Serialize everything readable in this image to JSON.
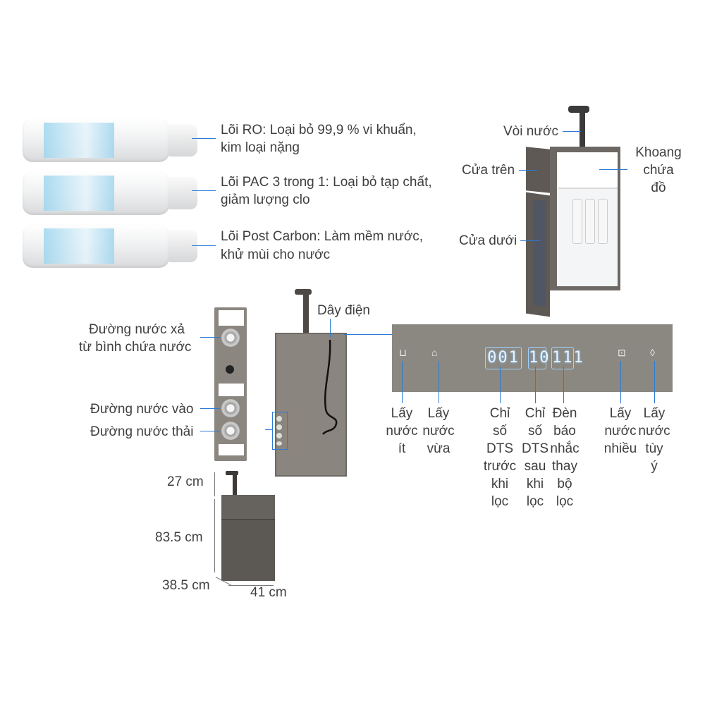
{
  "filters": [
    {
      "name": "Lõi RO",
      "line1": "Lõi RO: Loại bỏ 99,9 % vi khuẩn,",
      "line2": "kim loại nặng"
    },
    {
      "name": "Lõi PAC",
      "line1": "Lõi PAC 3 trong 1: Loại bỏ tạp chất,",
      "line2": "giảm lượng clo"
    },
    {
      "name": "Lõi Post Carbon",
      "line1": "Lõi  Post Carbon: Làm mềm nước,",
      "line2": "khử mùi cho nước"
    }
  ],
  "cabinet": {
    "faucet": "Vòi nước",
    "upper_door": "Cửa trên",
    "lower_door": "Cửa dưới",
    "storage": [
      "Khoang",
      "chứa",
      "đồ"
    ]
  },
  "back": {
    "drain_line": [
      "Đường nước xả",
      "từ bình chứa nước"
    ],
    "inlet": "Đường nước vào",
    "outlet": "Đường nước thải",
    "power_cord": "Dây điện"
  },
  "control_panel": {
    "display_before": "001",
    "display_after": "10",
    "display_reminder": "111",
    "labels": [
      [
        "Lấy",
        "nước",
        "ít"
      ],
      [
        "Lấy",
        "nước",
        "vừa"
      ],
      [
        "Chỉ",
        "số",
        "DTS",
        "trước",
        "khi",
        "lọc"
      ],
      [
        "Chỉ",
        "số",
        "DTS",
        "sau",
        "khi",
        "lọc"
      ],
      [
        "Đèn",
        "báo",
        "nhắc",
        "thay",
        "bộ",
        "lọc"
      ],
      [
        "Lấy",
        "nước",
        "nhiều"
      ],
      [
        "Lấy",
        "nước",
        "tùy",
        "ý"
      ]
    ]
  },
  "dimensions": {
    "faucet_height": "27 cm",
    "body_height": "83.5 cm",
    "depth": "38.5 cm",
    "width": "41 cm"
  },
  "colors": {
    "accent_line": "#2b7bd6",
    "cabinet": "#6b6661",
    "panel": "#8b8780",
    "display_glow": "#9fd1ff"
  }
}
